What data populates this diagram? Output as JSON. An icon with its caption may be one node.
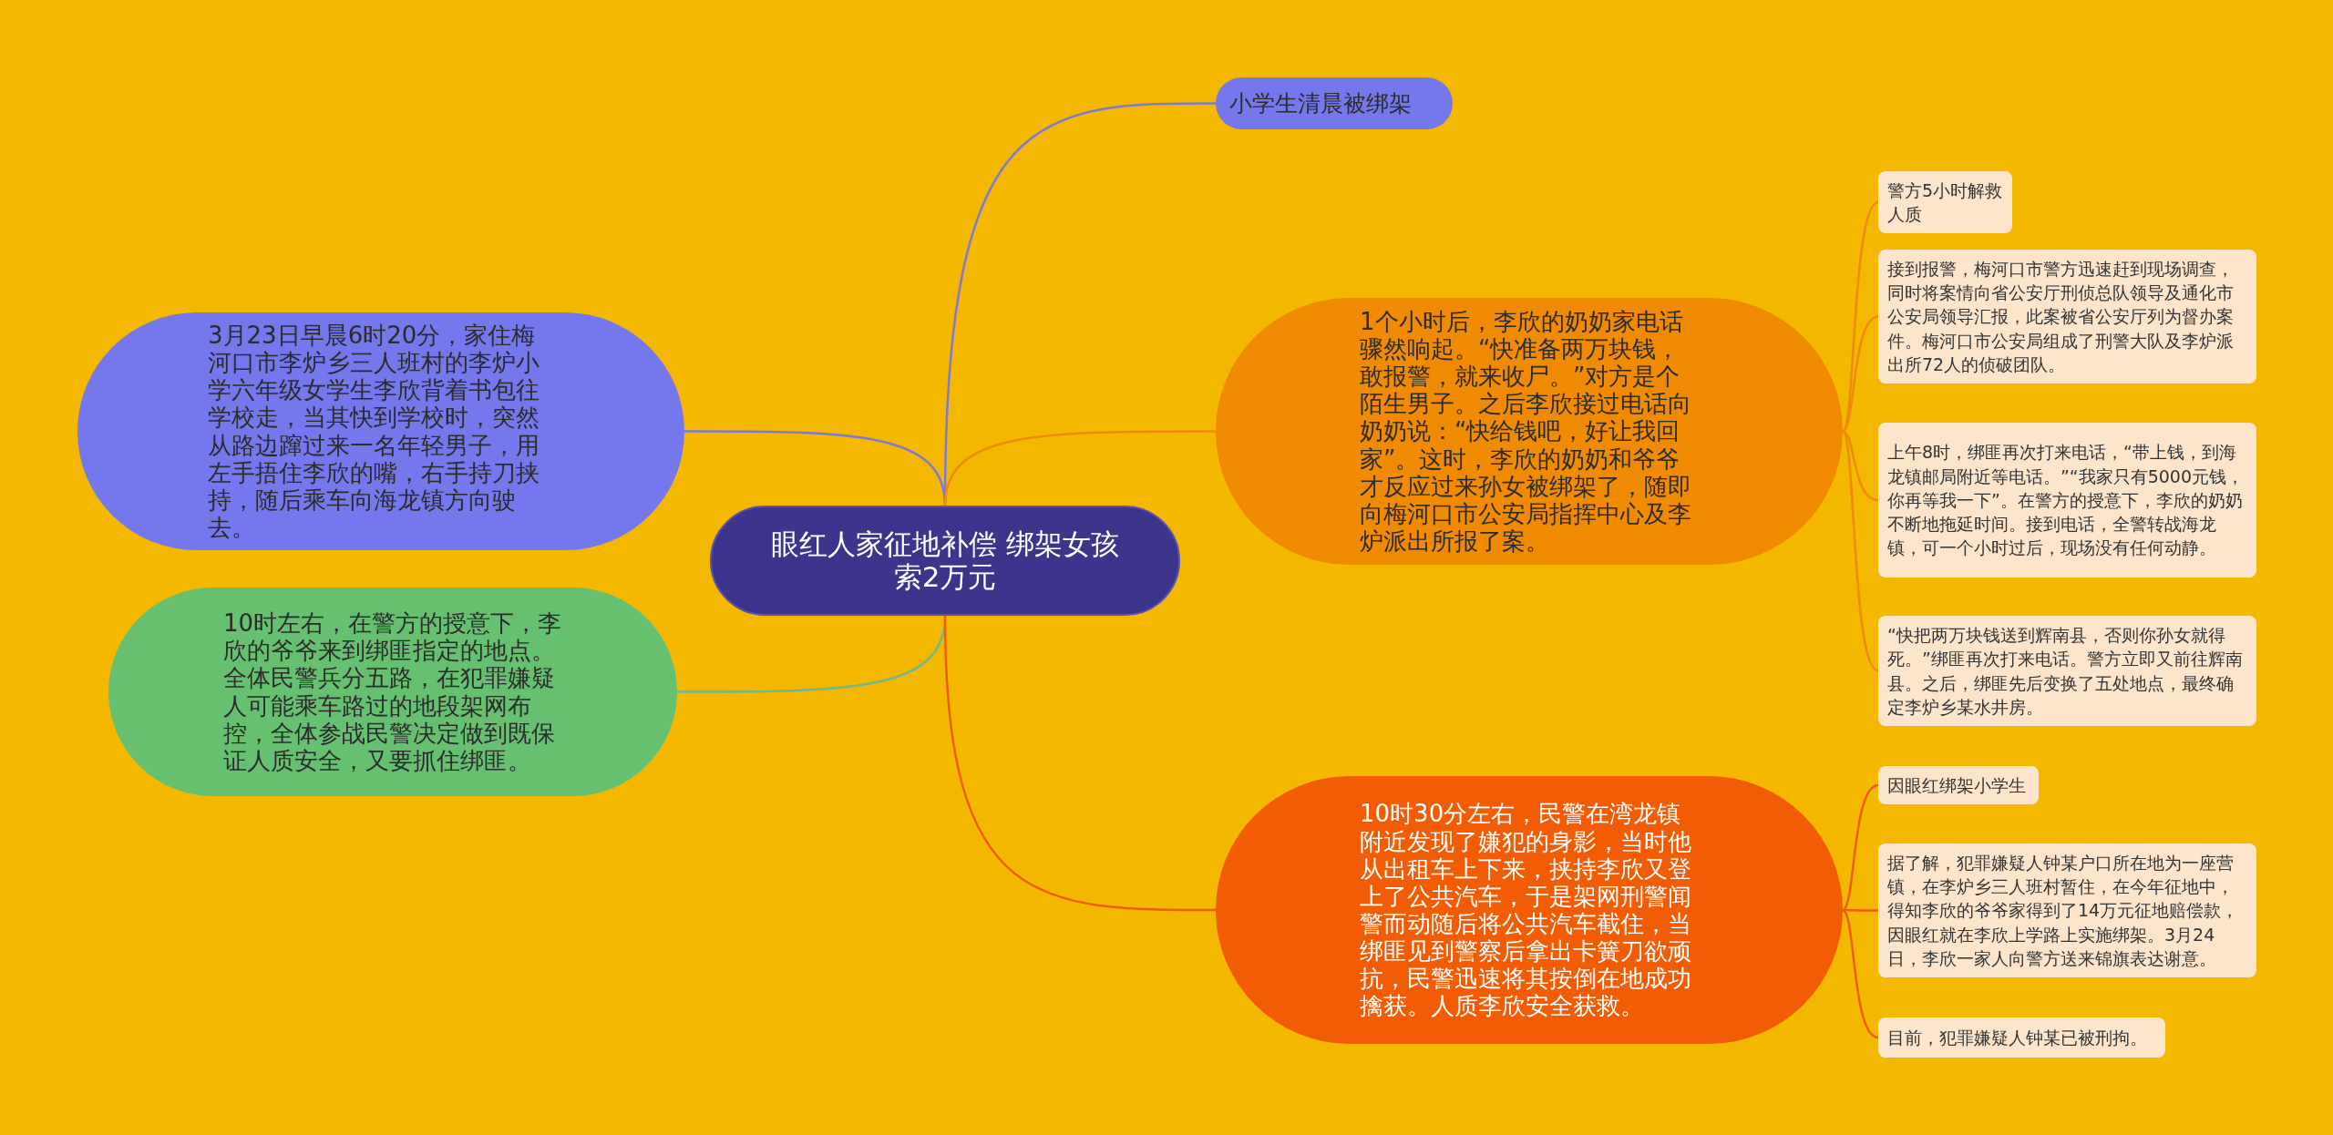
{
  "diagram": {
    "nodes": [
      {
        "text": [
          "眼红人家征地补偿 绑架女孩索2万元"
        ]
      },
      {
        "text": [
          "小学生清晨被绑架"
        ]
      },
      {
        "text": [
          "3月23日早晨6时20分，家住梅河口市李炉乡三人班村的李炉小学六年级女学生李欣背着书包往学校走，当其快到学校时，突然从路边蹿过来一名年轻男子，用左手捂住李欣的嘴，右手持刀挟持，随后乘车向海龙镇方向驶去。"
        ]
      },
      {
        "text": [
          "10时左右，在警方的授意下，李欣的爷爷来到绑匪指定的地点。全体民警兵分五路，在犯罪嫌疑人可能乘车路过的地段架网布控，全体参战民警决定做到既保证人质安全，又要抓住绑匪。"
        ]
      },
      {
        "text": [
          "1个小时后，李欣的奶奶家电话骤然响起。“快准备两万块钱，敢报警，就来收尸。”对方是个陌生男子。之后李欣接过电话向奶奶说：“快给钱吧，好让我回家”。这时，李欣的奶奶和爷爷才反应过来孙女被绑架了，随即向梅河口市公安局指挥中心及李炉派出所报了案。"
        ]
      },
      {
        "text": [
          "警方5小时解救人质"
        ]
      },
      {
        "text": [
          "接到报警，梅河口市警方迅速赶到现场调查，同时将案情向省公安厅刑侦总队领导及通化市公安局领导汇报，此案被省公安厅列为督办案件。梅河口市公安局组成了刑警大队及李炉派出所72人的侦破团队。"
        ]
      },
      {
        "text": [
          "上午8时，绑匪再次打来电话，“带上钱，到海龙镇邮局附近等电话。”“我家只有5000元钱，你再等我一下”。在警方的授意下，李欣的奶奶不断地拖延时间。接到电话，全警转战海龙镇，可一个小时过后，现场没有任何动静。"
        ]
      },
      {
        "text": [
          "“快把两万块钱送到辉南县，否则你孙女就得死。”绑匪再次打来电话。警方立即又前往辉南县。之后，绑匪先后变换了五处地点，最终确定李炉乡某水井房。"
        ]
      },
      {
        "text": [
          "10时30分左右，民警在湾龙镇附近发现了嫌犯的身影，当时他从出租车上下来，挟持李欣又登上了公共汽车，于是架网刑警闻警而动随后将公共汽车截住，当绑匪见到警察后拿出卡簧刀欲顽抗，民警迅速将其按倒在地成功擒获。人质李欣安全获救。"
        ]
      },
      {
        "text": [
          "因眼红绑架小学生"
        ]
      },
      {
        "text": [
          "据了解，犯罪嫌疑人钟某户口所在地为一座营镇，在李炉乡三人班村暂住，在今年征地中，得知李欣的爷爷家得到了14万元征地赔偿款，因眼红就在李欣上学路上实施绑架。3月24日，李欣一家人向警方送来锦旗表达谢意。"
        ]
      },
      {
        "text": [
          "目前，犯罪嫌疑人钟某已被刑拘。"
        ]
      }
    ],
    "edges": [
      {
        "from": 0,
        "to": 1,
        "arrow": "none",
        "color": "#7b7bd6"
      },
      {
        "from": 0,
        "to": 2,
        "arrow": "none",
        "color": "#7b7bd6"
      },
      {
        "from": 0,
        "to": 3,
        "arrow": "none",
        "color": "#6fb98a"
      },
      {
        "from": 0,
        "to": 4,
        "arrow": "none",
        "color": "#ef8a0c"
      },
      {
        "from": 4,
        "to": 5,
        "arrow": "none",
        "color": "#ef8a0c"
      },
      {
        "from": 4,
        "to": 6,
        "arrow": "none",
        "color": "#ef8a0c"
      },
      {
        "from": 4,
        "to": 7,
        "arrow": "none",
        "color": "#ef8a0c"
      },
      {
        "from": 4,
        "to": 8,
        "arrow": "none",
        "color": "#ef8a0c"
      },
      {
        "from": 0,
        "to": 9,
        "arrow": "none",
        "color": "#ee5e0a"
      },
      {
        "from": 9,
        "to": 10,
        "arrow": "none",
        "color": "#ee5e0a"
      },
      {
        "from": 9,
        "to": 11,
        "arrow": "none",
        "color": "#ee5e0a"
      },
      {
        "from": 9,
        "to": 12,
        "arrow": "none",
        "color": "#ee5e0a"
      }
    ]
  }
}
